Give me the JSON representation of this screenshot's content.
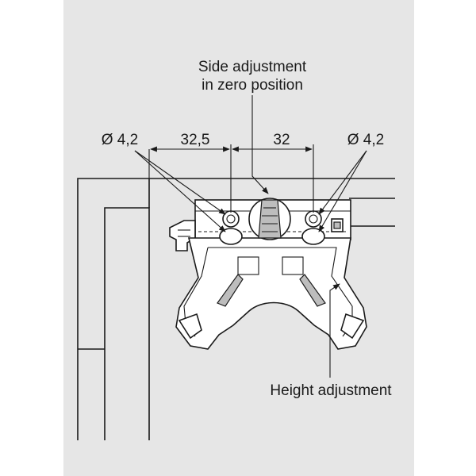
{
  "labels": {
    "side_adjustment_line1": "Side adjustment",
    "side_adjustment_line2": "in zero position",
    "height_adjustment": "Height adjustment",
    "hole_left": "Ø 4,2",
    "hole_right": "Ø 4,2"
  },
  "dimensions": {
    "left_spacing": "32,5",
    "right_spacing": "32"
  },
  "colors": {
    "background": "#e6e6e6",
    "line": "#1a1a1a"
  }
}
